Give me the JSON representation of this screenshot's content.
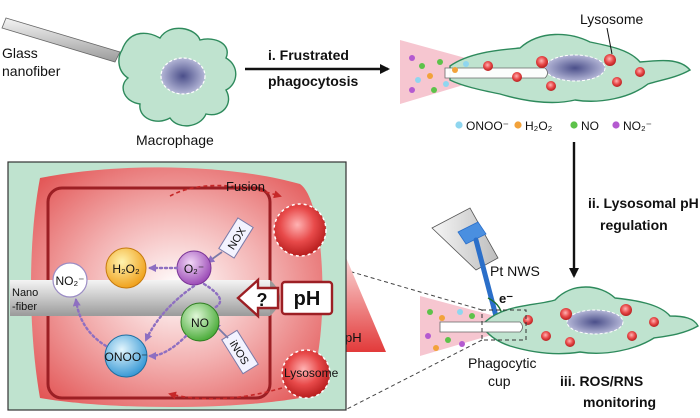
{
  "labels": {
    "glass_nanofiber_1": "Glass",
    "glass_nanofiber_2": "nanofiber",
    "macrophage": "Macrophage",
    "step1_line1": "i. Frustrated",
    "step1_line2": "phagocytosis",
    "lysosome_top": "Lysosome",
    "step2_line1": "ii. Lysosomal pH",
    "step2_line2": "regulation",
    "step3_line1": "iii. ROS/RNS",
    "step3_line2": "monitoring",
    "pt_nws": "Pt NWS",
    "electron": "e⁻",
    "phagocytic_1": "Phagocytic",
    "phagocytic_2": "cup",
    "fusion": "Fusion",
    "lysosome_inset": "Lysosome",
    "nox": "NOX",
    "inos": "iNOS",
    "ph_box": "pH",
    "question": "?",
    "ph_gradient": "pH",
    "nanofiber_1": "Nano",
    "nanofiber_2": "-fiber",
    "h2o2": "H₂O₂",
    "o2": "O₂⁻",
    "no": "NO",
    "onoo": "ONOO⁻",
    "no2": "NO₂⁻"
  },
  "legend": [
    {
      "label": "ONOO⁻",
      "color": "#8fd6ef"
    },
    {
      "label": "H₂O₂",
      "color": "#f2a23a"
    },
    {
      "label": "NO",
      "color": "#5dc24a"
    },
    {
      "label": "NO₂⁻",
      "color": "#b45ad0"
    }
  ],
  "colors": {
    "cell_fill": "#bfe3cf",
    "cell_stroke": "#2e8a5c",
    "lysosome": "#e84a4a",
    "cone": "#f6c6d0",
    "inset_border": "#9c1f24",
    "pt_blue": "#2b6fc9",
    "arrow": "#111111"
  }
}
